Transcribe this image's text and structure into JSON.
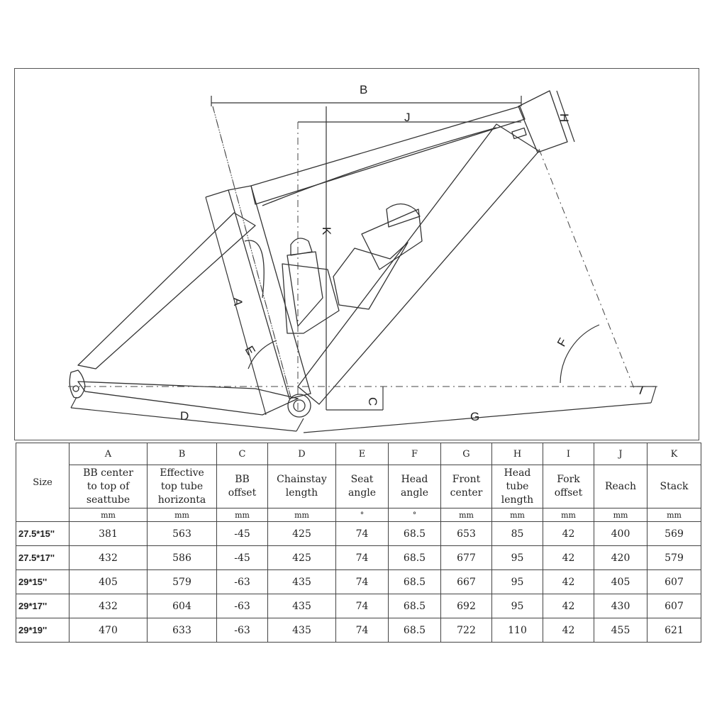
{
  "diagram": {
    "labels": {
      "A": "A",
      "B": "B",
      "C": "C",
      "D": "D",
      "E": "E",
      "F": "F",
      "G": "G",
      "H": "H",
      "I": "I",
      "J": "J",
      "K": "K"
    }
  },
  "table": {
    "size_header": "Size",
    "columns": [
      {
        "letter": "A",
        "desc": [
          "BB center",
          "to top of",
          "seattube"
        ],
        "unit": "mm"
      },
      {
        "letter": "B",
        "desc": [
          "Effective",
          "top tube",
          "horizonta"
        ],
        "unit": "mm"
      },
      {
        "letter": "C",
        "desc": [
          "BB",
          "offset"
        ],
        "unit": "mm"
      },
      {
        "letter": "D",
        "desc": [
          "Chainstay",
          "length"
        ],
        "unit": "mm"
      },
      {
        "letter": "E",
        "desc": [
          "Seat",
          "angle"
        ],
        "unit": "°"
      },
      {
        "letter": "F",
        "desc": [
          "Head",
          "angle"
        ],
        "unit": "°"
      },
      {
        "letter": "G",
        "desc": [
          "Front",
          "center"
        ],
        "unit": "mm"
      },
      {
        "letter": "H",
        "desc": [
          "Head",
          "tube",
          "length"
        ],
        "unit": "mm"
      },
      {
        "letter": "I",
        "desc": [
          "Fork",
          "offset"
        ],
        "unit": "mm"
      },
      {
        "letter": "J",
        "desc": [
          "Reach"
        ],
        "unit": "mm"
      },
      {
        "letter": "K",
        "desc": [
          "Stack"
        ],
        "unit": "mm"
      }
    ],
    "rows": [
      {
        "size": "27.5*15''",
        "values": [
          "381",
          "563",
          "-45",
          "425",
          "74",
          "68.5",
          "653",
          "85",
          "42",
          "400",
          "569"
        ]
      },
      {
        "size": "27.5*17''",
        "values": [
          "432",
          "586",
          "-45",
          "425",
          "74",
          "68.5",
          "677",
          "95",
          "42",
          "420",
          "579"
        ]
      },
      {
        "size": "29*15''",
        "values": [
          "405",
          "579",
          "-63",
          "435",
          "74",
          "68.5",
          "667",
          "95",
          "42",
          "405",
          "607"
        ]
      },
      {
        "size": "29*17''",
        "values": [
          "432",
          "604",
          "-63",
          "435",
          "74",
          "68.5",
          "692",
          "95",
          "42",
          "430",
          "607"
        ]
      },
      {
        "size": "29*19''",
        "values": [
          "470",
          "633",
          "-63",
          "435",
          "74",
          "68.5",
          "722",
          "110",
          "42",
          "455",
          "621"
        ]
      }
    ]
  }
}
